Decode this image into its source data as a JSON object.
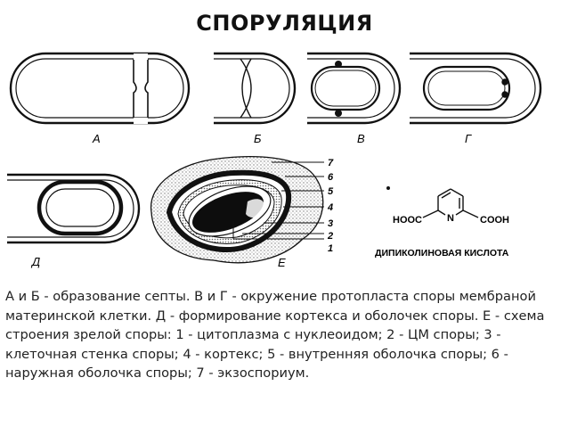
{
  "title": "СПОРУЛЯЦИЯ",
  "panels": {
    "a": "А",
    "b": "Б",
    "v": "В",
    "g": "Г",
    "d": "Д",
    "e": "Е"
  },
  "spore_layers": [
    "7",
    "6",
    "5",
    "4",
    "3",
    "2",
    "1"
  ],
  "dipicolinic": {
    "left_group": "HOOC",
    "n_atom": "N",
    "right_group": "COOH",
    "name": "ДИПИКОЛИНОВАЯ КИСЛОТА"
  },
  "caption": "А и Б - образование септы. В и Г - окружение протопласта споры мембраной материнской клетки. Д - формирование кортекса и оболочек споры. Е - схема строения зрелой споры: 1 - цитоплазма с нуклеоидом; 2 - ЦМ споры; 3 - клеточная стенка споры; 4 - кортекс; 5 - внутренняя оболочка споры; 6 - наружная оболочка споры; 7 - экзоспориум.",
  "colors": {
    "ink": "#111111",
    "stipple": "#b9b9b9"
  }
}
